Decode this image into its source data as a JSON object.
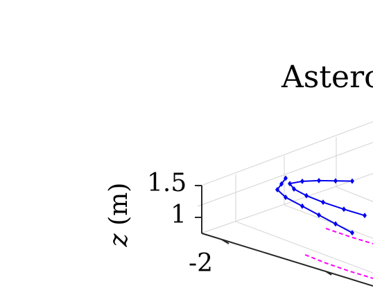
{
  "chart_data": {
    "type": "line3d",
    "title": "Astero",
    "zlabel_var": "z",
    "zlabel_unit": "(m)",
    "ztick_labels": [
      "1.5",
      "1"
    ],
    "xtick_labels": [
      "-2"
    ],
    "grid": true,
    "colors": {
      "orbit": "#0000ee",
      "overlay": "#ff00ff",
      "grid": "#d9d9d9",
      "axis": "#262626"
    },
    "series": [
      {
        "name": "",
        "points": [
          [
            -1.9,
            1.4
          ],
          [
            -1.95,
            1.2
          ],
          [
            -2.0,
            1.0
          ],
          [
            -1.9,
            0.8
          ],
          [
            -1.7,
            0.6
          ],
          [
            -1.5,
            0.4
          ],
          [
            -1.3,
            0.2
          ],
          [
            -1.1,
            0.0
          ]
        ]
      },
      {
        "name": "",
        "points": [
          [
            -1.1,
            1.62
          ],
          [
            -1.3,
            1.55
          ],
          [
            -1.5,
            1.48
          ],
          [
            -1.7,
            1.38
          ],
          [
            -1.85,
            1.25
          ],
          [
            -1.8,
            1.1
          ],
          [
            -1.65,
            0.95
          ],
          [
            -1.45,
            0.82
          ],
          [
            -1.2,
            0.7
          ],
          [
            -0.95,
            0.6
          ]
        ]
      }
    ]
  }
}
